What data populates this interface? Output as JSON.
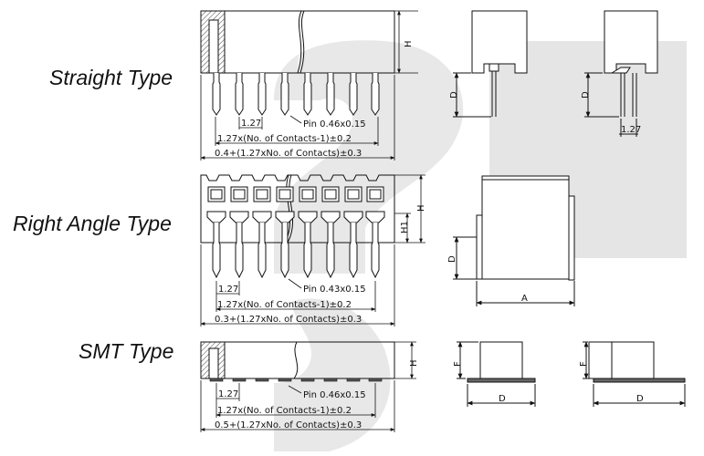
{
  "labels": {
    "straight": "Straight Type",
    "right_angle": "Right Angle Type",
    "smt": "SMT Type"
  },
  "straight": {
    "pitch": "1.27",
    "pin": "Pin 0.46x0.15",
    "span": "1.27x(No. of Contacts-1)±0.2",
    "overall": "0.4+(1.27xNo. of Contacts)±0.3",
    "h": "H",
    "d": "D",
    "side_pitch": "1.27"
  },
  "right_angle": {
    "pitch": "1.27",
    "pin": "Pin 0.43x0.15",
    "span": "1.27x(No. of Contacts-1)±0.2",
    "overall": "0.3+(1.27xNo. of Contacts)±0.3",
    "h": "H",
    "h1": "H1",
    "d": "D",
    "a": "A"
  },
  "smt": {
    "pitch": "1.27",
    "pin": "Pin 0.46x0.15",
    "span": "1.27x(No. of Contacts-1)±0.2",
    "overall": "0.5+(1.27xNo. of Contacts)±0.3",
    "h": "H",
    "f": "F",
    "d": "D"
  },
  "colors": {
    "line": "#111111",
    "watermark": "#e3e3e3",
    "hatch": "#444444"
  }
}
